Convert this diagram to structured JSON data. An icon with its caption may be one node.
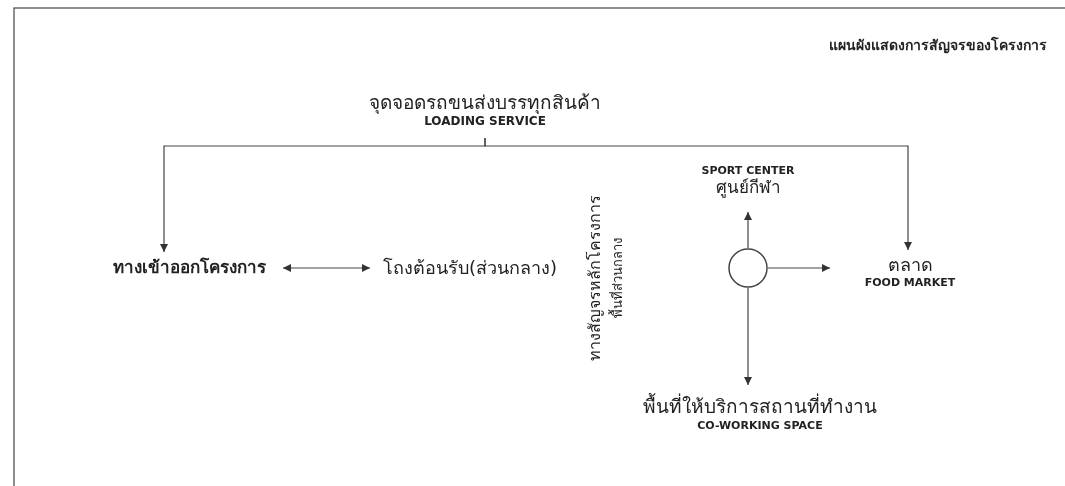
{
  "diagram": {
    "title": "แผนผังแสดงการสัญจรของโครงการ",
    "nodes": [
      {
        "text": [
          "จุดจอดรถขนส่งบรรทุกสินค้า",
          "LOADING SERVICE"
        ]
      },
      {
        "text": [
          "ทางเข้าออกโครงการ"
        ]
      },
      {
        "text": [
          "โถงต้อนรับ(ส่วนกลาง)"
        ]
      },
      {
        "text": [],
        "shape": "circle"
      },
      {
        "text": [
          "SPORT CENTER",
          "ศูนย์กีฬา"
        ]
      },
      {
        "text": [
          "ตลาด",
          "FOOD MARKET"
        ]
      },
      {
        "text": [
          "พื้นที่ให้บริการสถานที่ทำงาน",
          "CO-WORKING SPACE"
        ]
      }
    ],
    "edges": [
      {
        "from": 0,
        "to": 1,
        "arrow": "to"
      },
      {
        "from": 0,
        "to": 5,
        "arrow": "to"
      },
      {
        "from": 1,
        "to": 2,
        "arrow": "both"
      },
      {
        "from": 3,
        "to": 4,
        "arrow": "to"
      },
      {
        "from": 3,
        "to": 5,
        "arrow": "to"
      },
      {
        "from": 3,
        "to": 6,
        "arrow": "to"
      }
    ],
    "labels": [
      "ทางสัญจรหลักโครงการ",
      "พื้นที่ส่วนกลาง"
    ]
  }
}
